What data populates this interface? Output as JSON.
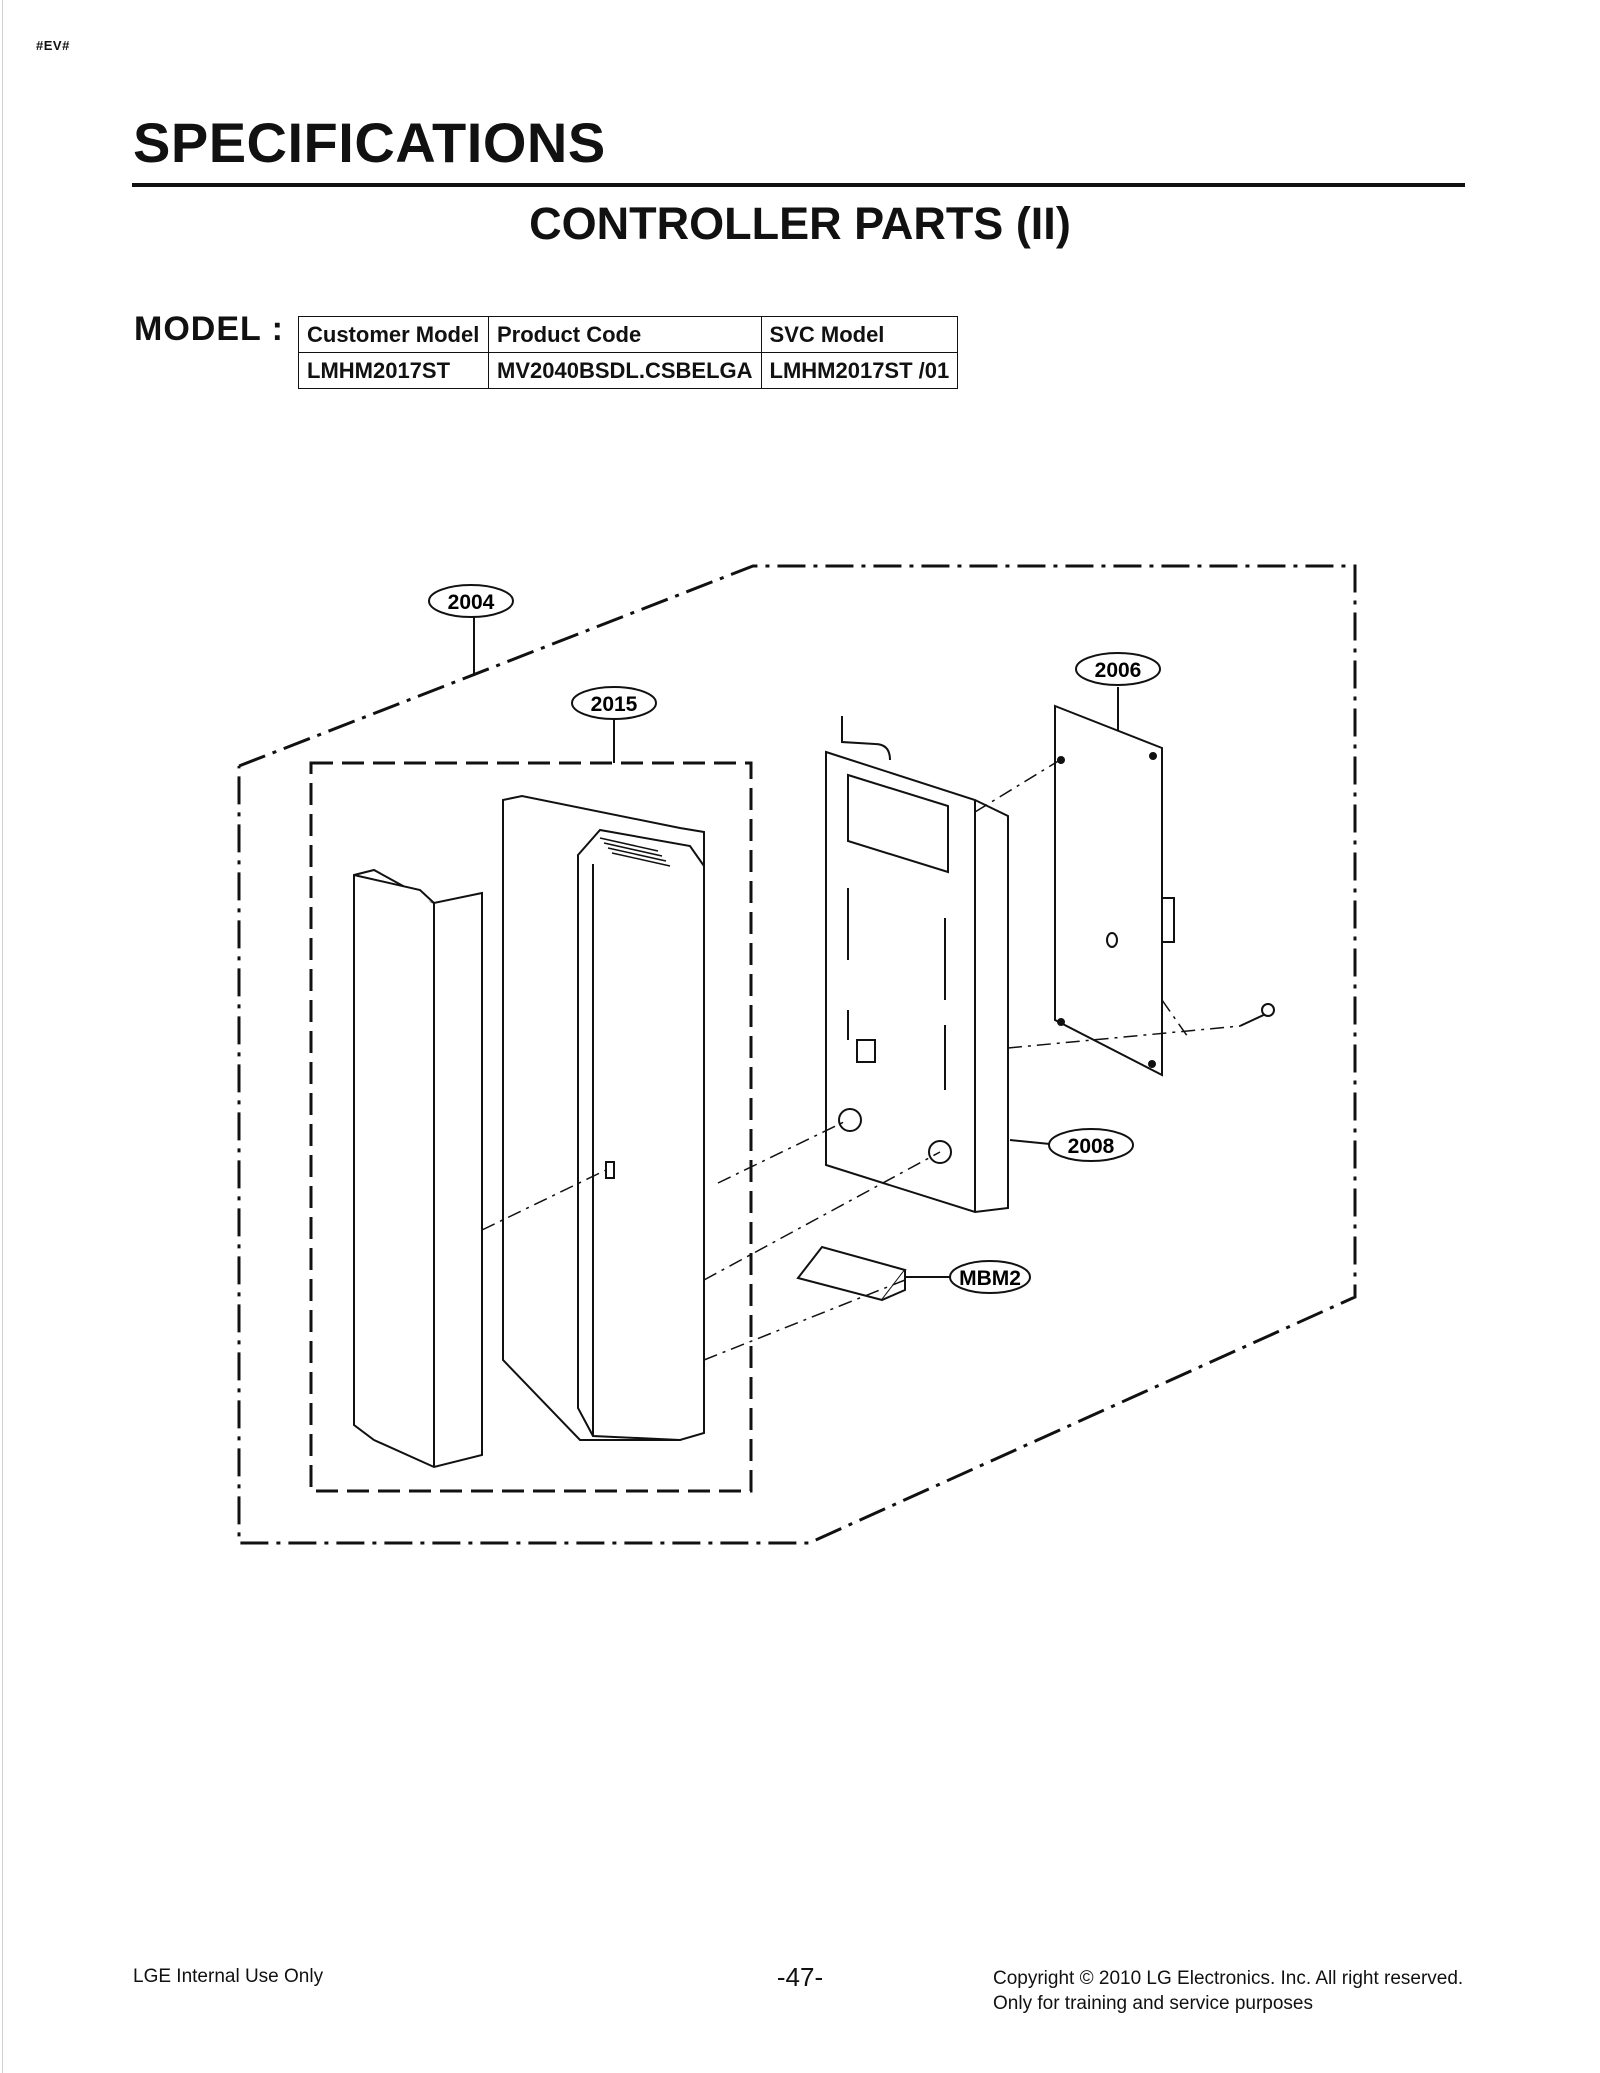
{
  "header": {
    "tag": "#EV#",
    "title": "SPECIFICATIONS",
    "section_title": "CONTROLLER PARTS (II)"
  },
  "model": {
    "label": "MODEL :",
    "columns": [
      "Customer Model",
      "Product Code",
      "SVC Model"
    ],
    "rows": [
      [
        "LMHM2017ST",
        "MV2040BSDL.CSBELGA",
        "LMHM2017ST /01"
      ]
    ]
  },
  "diagram": {
    "callouts": [
      "2004",
      "2015",
      "2006",
      "2008",
      "MBM2"
    ]
  },
  "footer": {
    "left": "LGE Internal Use Only",
    "page_number": "-47-",
    "copyright": "Copyright © 2010 LG Electronics. Inc. All right reserved.",
    "note": "Only for training and service purposes"
  }
}
